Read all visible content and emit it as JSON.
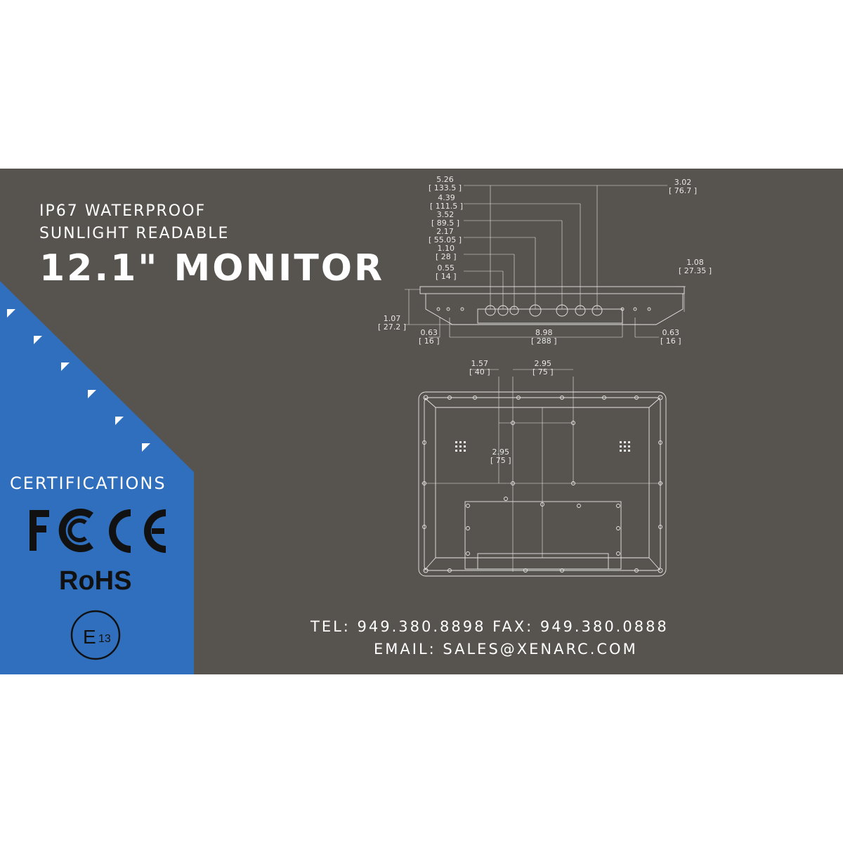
{
  "headline": {
    "line1": "IP67 WATERPROOF",
    "line2": "SUNLIGHT READABLE",
    "title": "12.1\" MONITOR"
  },
  "certifications": {
    "label": "CERTIFICATIONS",
    "logos": [
      "fcc-logo",
      "ce-logo",
      "e13-logo"
    ],
    "rohs": "RoHS",
    "e_mark_letter": "E",
    "e_mark_number": "13"
  },
  "colors": {
    "background": "#57534e",
    "panel_blue": "#2f6fbd",
    "line": "#e8e8e8"
  },
  "dimensions": {
    "side_view": {
      "d_526": {
        "in": "5.26",
        "mm": "[ 133.5 ]"
      },
      "d_439": {
        "in": "4.39",
        "mm": "[ 111.5 ]"
      },
      "d_352": {
        "in": "3.52",
        "mm": "[ 89.5 ]"
      },
      "d_217": {
        "in": "2.17",
        "mm": "[ 55.05 ]"
      },
      "d_110": {
        "in": "1.10",
        "mm": "[ 28 ]"
      },
      "d_055": {
        "in": "0.55",
        "mm": "[ 14 ]"
      },
      "d_302": {
        "in": "3.02",
        "mm": "[ 76.7 ]"
      },
      "d_108": {
        "in": "1.08",
        "mm": "[ 27.35 ]"
      },
      "d_107": {
        "in": "1.07",
        "mm": "[ 27.2 ]"
      },
      "d_063_left": {
        "in": "0.63",
        "mm": "[ 16 ]"
      },
      "d_898": {
        "in": "8.98",
        "mm": "[ 288 ]"
      },
      "d_063_right": {
        "in": "0.63",
        "mm": "[ 16 ]"
      }
    },
    "rear_view": {
      "d_157": {
        "in": "1.57",
        "mm": "[ 40 ]"
      },
      "d_295_h": {
        "in": "2.95",
        "mm": "[ 75 ]"
      },
      "d_295_v": {
        "in": "2.95",
        "mm": "[ 75 ]"
      }
    }
  },
  "contact": {
    "tel_line": "TEL: 949.380.8898   FAX: 949.380.0888",
    "email_line": "EMAIL: SALES@XENARC.COM"
  }
}
